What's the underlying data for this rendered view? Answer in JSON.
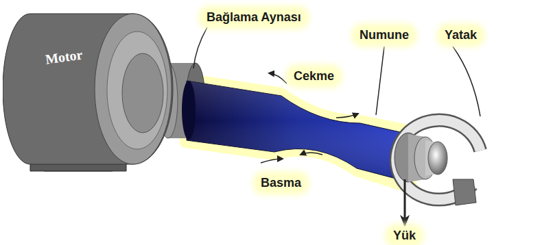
{
  "diagram": {
    "nodes": [
      {
        "text": [
          "Motor"
        ]
      }
    ],
    "labels": [
      "Bağlama Aynası",
      "Cekme",
      "Numune",
      "Yatak",
      "Basma",
      "Yük"
    ]
  }
}
